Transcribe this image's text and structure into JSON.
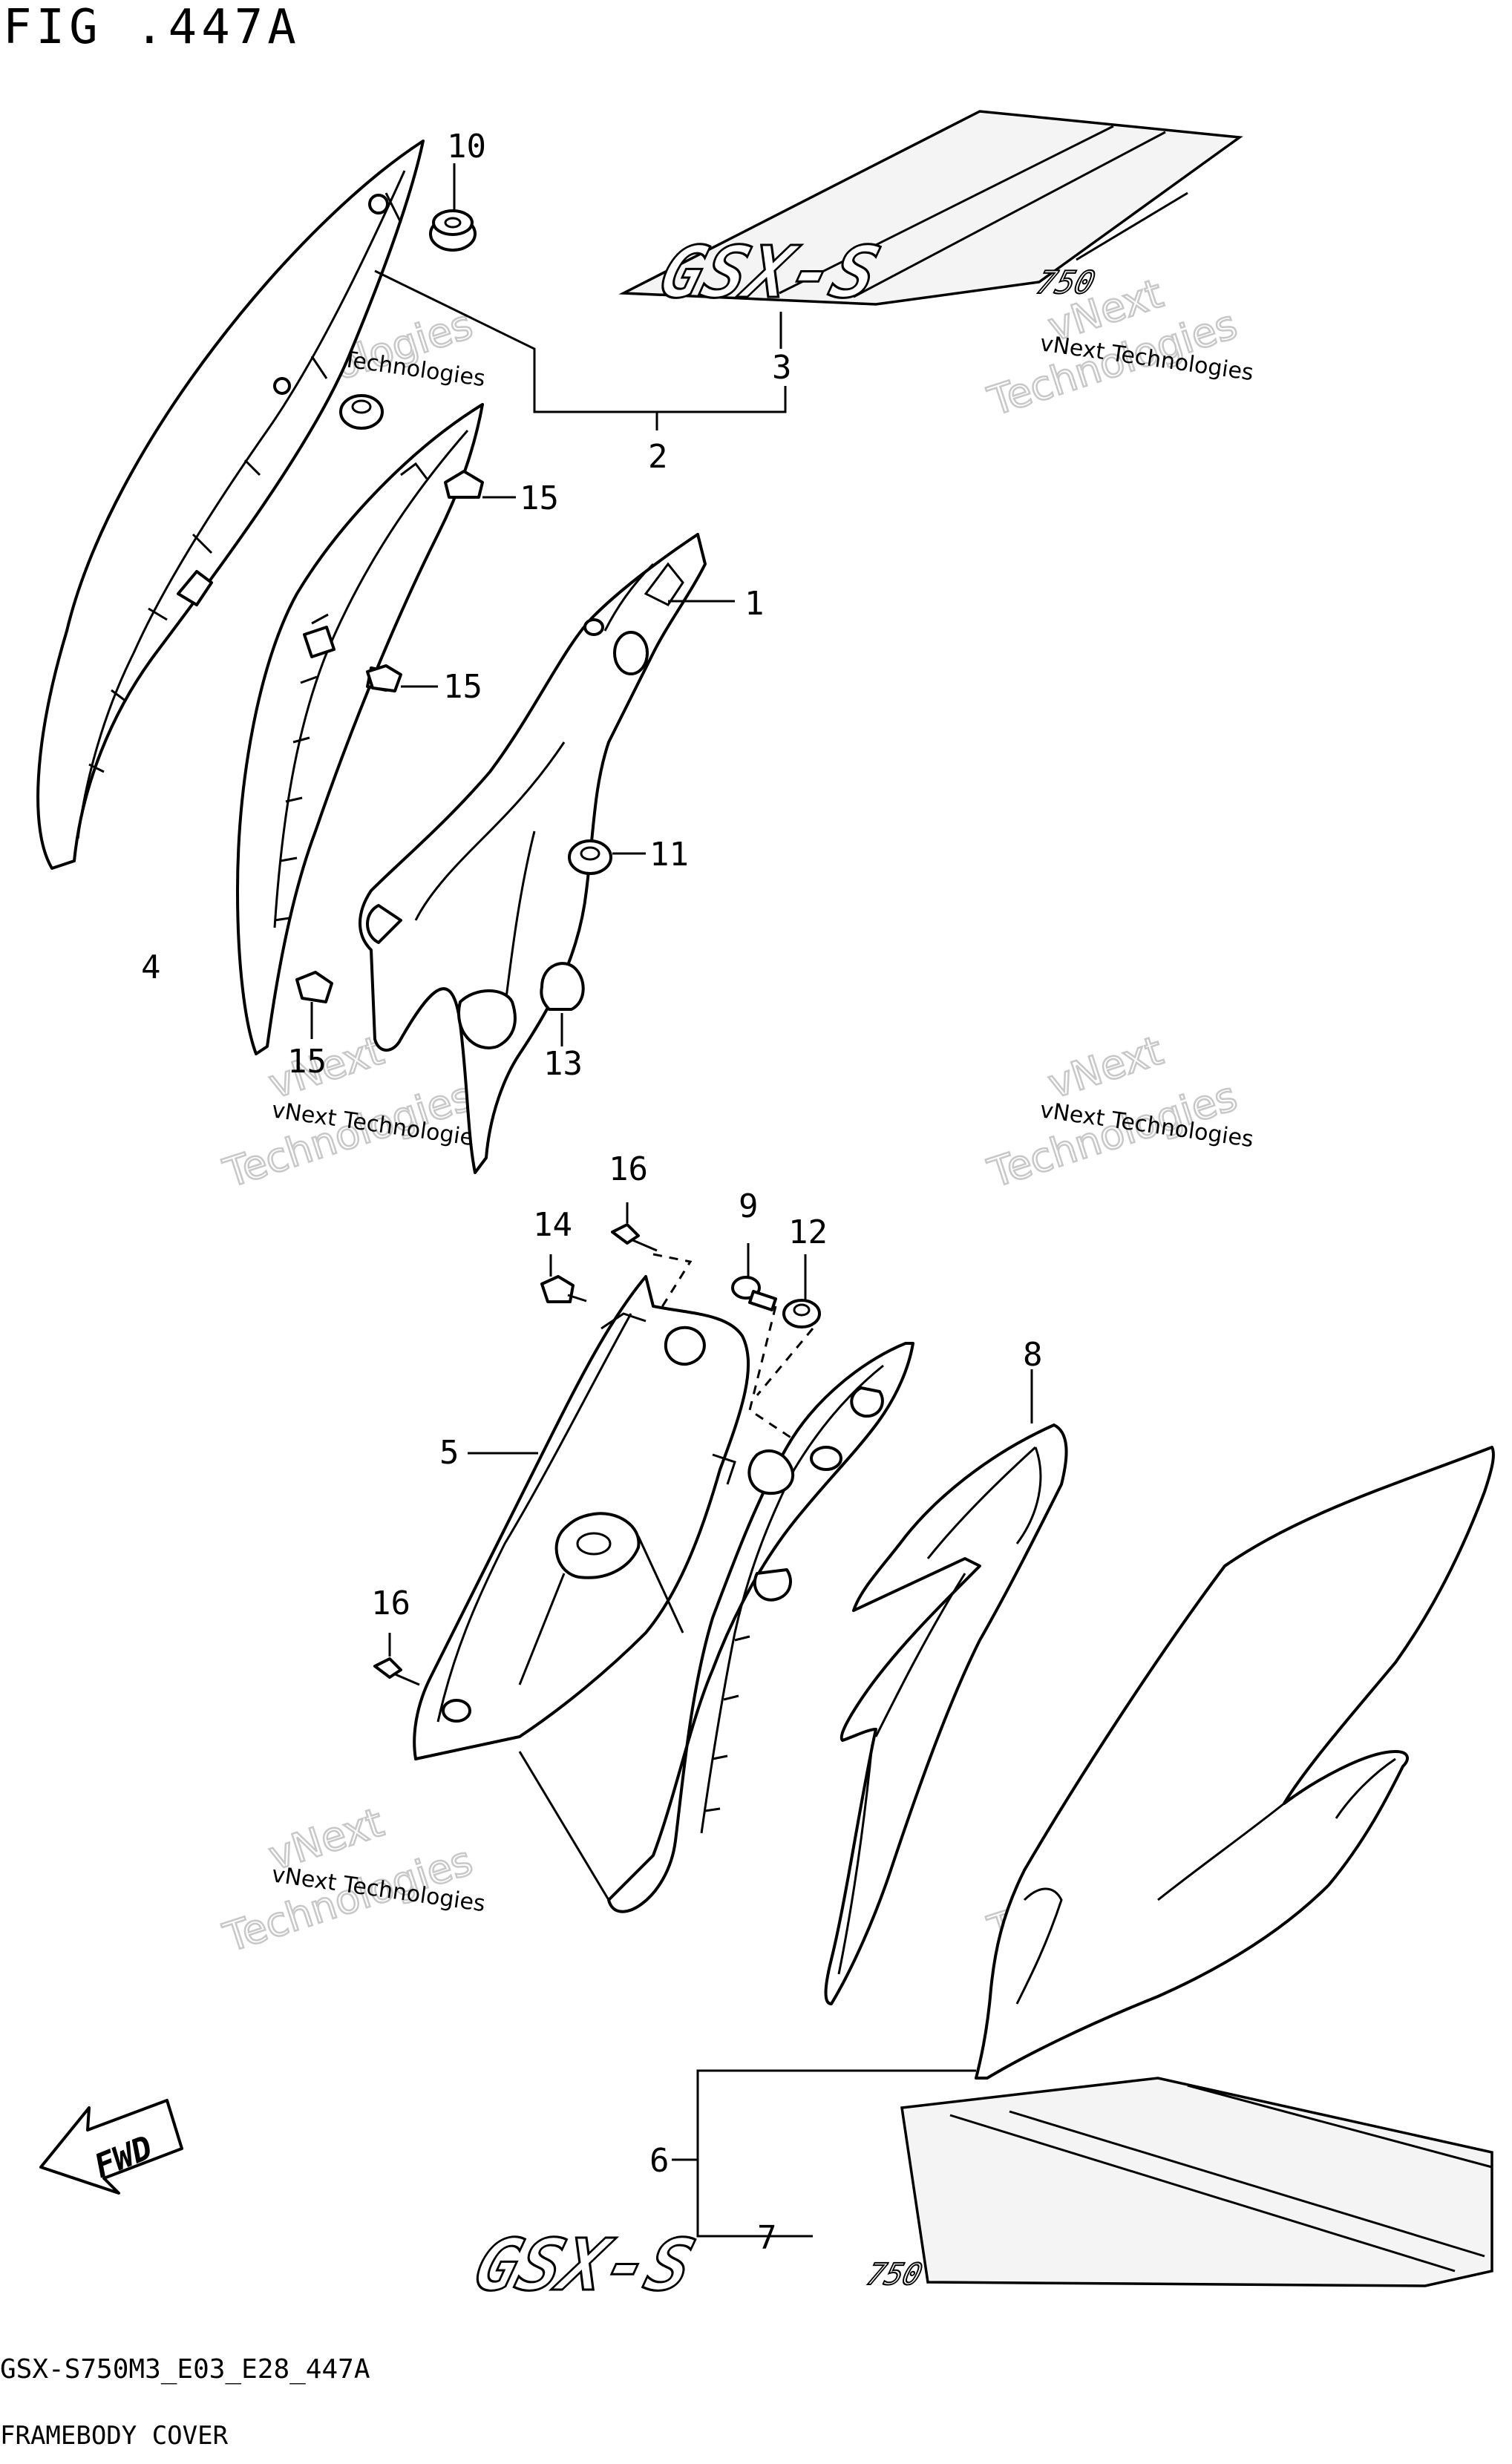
{
  "figure_title": "FIG .447A",
  "footer": {
    "code": "GSX-S750M3_E03_E28_447A",
    "name": "FRAMEBODY COVER"
  },
  "callouts": {
    "c1": "1",
    "c2": "2",
    "c3": "3",
    "c4": "4",
    "c5": "5",
    "c6": "6",
    "c7": "7",
    "c8": "8",
    "c9": "9",
    "c10": "10",
    "c11": "11",
    "c12": "12",
    "c13": "13",
    "c14": "14",
    "c15a": "15",
    "c15b": "15",
    "c15c": "15",
    "c16a": "16",
    "c16b": "16"
  },
  "decal_text": "GSX-S",
  "decal_sub": "750",
  "fwd_label": "FWD",
  "watermark": {
    "small": "vNext Technologies",
    "big_line1": "vNext",
    "big_line2": "Technologies"
  }
}
